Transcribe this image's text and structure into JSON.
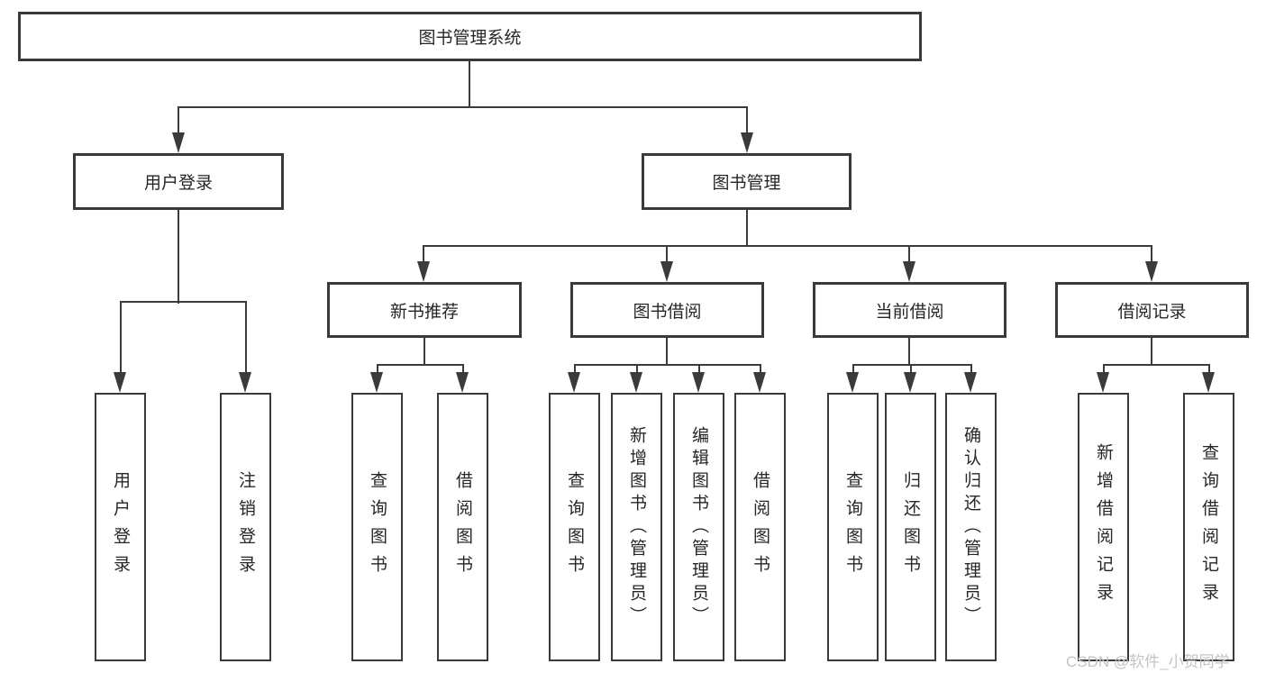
{
  "diagram": {
    "nodes": {
      "root": "图书管理系统",
      "user_login": "用户登录",
      "book_mgmt": "图书管理",
      "new_books": "新书推荐",
      "book_borrow": "图书借阅",
      "current_borrow": "当前借阅",
      "borrow_records": "借阅记录",
      "leaf_user_login": "用户登录",
      "leaf_logout": "注销登录",
      "leaf_nb_query": "查询图书",
      "leaf_nb_borrow": "借阅图书",
      "leaf_bb_query": "查询图书",
      "leaf_bb_add": "新增图书（管理员）",
      "leaf_bb_edit": "编辑图书（管理员）",
      "leaf_bb_borrow": "借阅图书",
      "leaf_cb_query": "查询图书",
      "leaf_cb_return": "归还图书",
      "leaf_cb_confirm": "确认归还（管理员）",
      "leaf_br_add": "新增借阅记录",
      "leaf_br_query": "查询借阅记录"
    },
    "hierarchy": {
      "图书管理系统": {
        "用户登录": [
          "用户登录",
          "注销登录"
        ],
        "图书管理": {
          "新书推荐": [
            "查询图书",
            "借阅图书"
          ],
          "图书借阅": [
            "查询图书",
            "新增图书（管理员）",
            "编辑图书（管理员）",
            "借阅图书"
          ],
          "当前借阅": [
            "查询图书",
            "归还图书",
            "确认归还（管理员）"
          ],
          "借阅记录": [
            "新增借阅记录",
            "查询借阅记录"
          ]
        }
      }
    }
  },
  "watermark": "CSDN @软件_小贺同学",
  "colors": {
    "line": "#3b3b3b",
    "text": "#262626",
    "watermark": "#c4c4c4",
    "background": "#ffffff"
  }
}
